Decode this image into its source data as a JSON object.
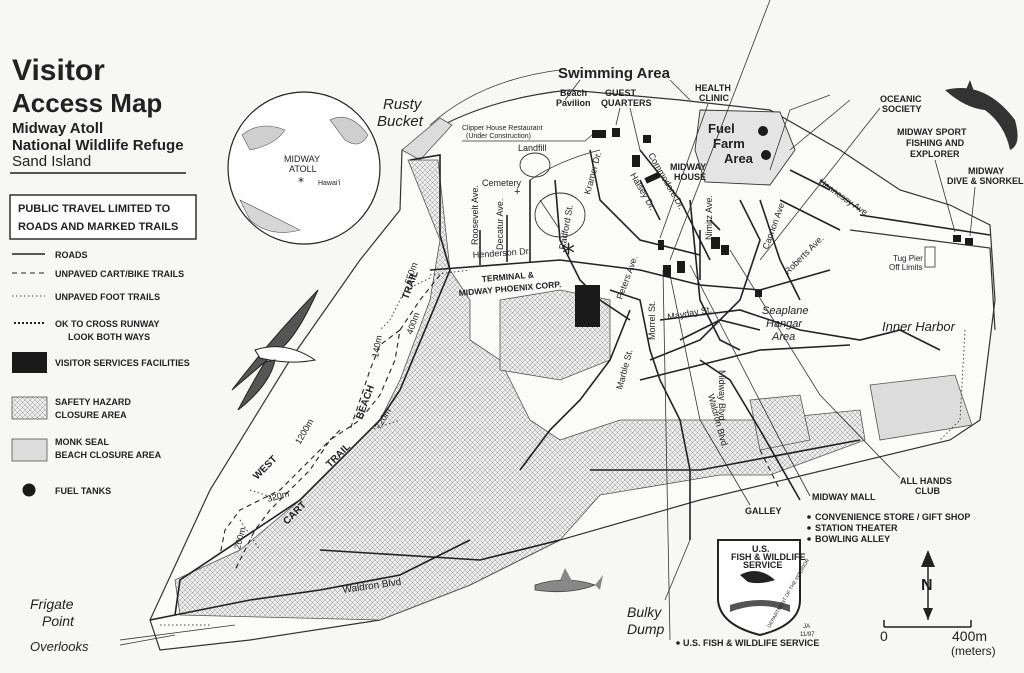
{
  "title": {
    "line1": "Visitor",
    "line2": "Access Map",
    "sub1": "Midway Atoll",
    "sub2": "National Wildlife Refuge",
    "sub3": "Sand Island"
  },
  "globe": {
    "label": "MIDWAY ATOLL",
    "label_line1": "MIDWAY",
    "label_line2": "ATOLL",
    "hawaii": "Hawai'i"
  },
  "notice": {
    "line1": "PUBLIC TRAVEL LIMITED TO",
    "line2": "ROADS AND MARKED TRAILS"
  },
  "legend": {
    "roads": "ROADS",
    "cart_trails": "UNPAVED CART/BIKE TRAILS",
    "foot_trails": "UNPAVED FOOT TRAILS",
    "runway1": "OK TO CROSS RUNWAY",
    "runway2": "LOOK BOTH WAYS",
    "visitor": "VISITOR SERVICES FACILITIES",
    "safety1": "SAFETY HAZARD",
    "safety2": "CLOSURE AREA",
    "seal1": "MONK SEAL",
    "seal2": "BEACH CLOSURE AREA",
    "fuel": "FUEL TANKS"
  },
  "places": {
    "swimming": "Swimming Area",
    "rusty1": "Rusty",
    "rusty2": "Bucket",
    "beach1": "Beach",
    "beach2": "Pavilion",
    "guest1": "GUEST",
    "guest2": "QUARTERS",
    "health1": "HEALTH",
    "health2": "CLINIC",
    "clipper1": "Clipper House Restaurant",
    "clipper2": "(Under Construction)",
    "landfill": "Landfill",
    "cemetery": "Cemetery",
    "midway_house1": "MIDWAY",
    "midway_house2": "HOUSE",
    "fuelfarm1": "Fuel",
    "fuelfarm2": "Farm",
    "fuelfarm3": "Area",
    "oceanic1": "OCEANIC",
    "oceanic2": "SOCIETY",
    "sport1": "MIDWAY SPORT",
    "sport2": "FISHING AND",
    "sport3": "EXPLORER",
    "dive1": "MIDWAY",
    "dive2": "DIVE & SNORKEL",
    "tug1": "Tug Pier",
    "tug2": "Off Limits",
    "terminal1": "TERMINAL &",
    "terminal2": "MIDWAY PHOENIX CORP.",
    "seaplane1": "Seaplane",
    "seaplane2": "Hangar",
    "seaplane3": "Area",
    "inner_harbor": "Inner Harbor",
    "all_hands1": "ALL HANDS",
    "all_hands2": "CLUB",
    "mall": "MIDWAY MALL",
    "mall_1": "CONVENIENCE STORE / GIFT SHOP",
    "mall_2": "STATION THEATER",
    "mall_3": "BOWLING ALLEY",
    "galley": "GALLEY",
    "bulky1": "Bulky",
    "bulky2": "Dump",
    "frigate1": "Frigate",
    "frigate2": "Point",
    "frigate3": "Overlooks",
    "usfws": "U.S. FISH & WILDLIFE SERVICE"
  },
  "streets": {
    "henderson": "Henderson Dr.",
    "roosevelt": "Roosevelt Ave.",
    "decatur": "Decatur Ave.",
    "radford": "Radford St.",
    "kramer": "Kramer Dr.",
    "halsey": "Halsey Dr.",
    "commodore": "Commodore Dr.",
    "nimitz": "Nimitz Ave.",
    "cannon": "Cannon Ave.",
    "roberts": "Roberts Ave.",
    "hennessy": "Hennessy Ave.",
    "peters": "Peters Ave.",
    "mayday": "Mayday St.",
    "morrel": "Morrel St.",
    "marble": "Marble St.",
    "midway_blvd": "Midway Blvd.",
    "waldron_north": "Waldron Blvd.",
    "waldron": "Waldron Blvd"
  },
  "trails": {
    "west": "WEST",
    "beach": "BEACH",
    "trail": "TRAIL",
    "cart": "CART",
    "trail2": "TRAIL",
    "d650": "650m",
    "d400": "400m",
    "d140": "140m",
    "d1200": "1200m",
    "d720": "720m",
    "d320": "320m",
    "d200": "200m"
  },
  "logo": {
    "line1": "U.S.",
    "line2": "FISH & WILDLIFE",
    "line3": "SERVICE",
    "ring": "DEPARTMENT OF THE INTERIOR",
    "credit1": "JA",
    "credit2": "11/97"
  },
  "scale": {
    "start": "0",
    "end": "400m",
    "unit": "(meters)"
  },
  "north": "N",
  "colors": {
    "ink": "#222222",
    "paper": "#f7f7f5",
    "facility": "#1a1a1a",
    "seal_area": "#dcdcdc"
  }
}
